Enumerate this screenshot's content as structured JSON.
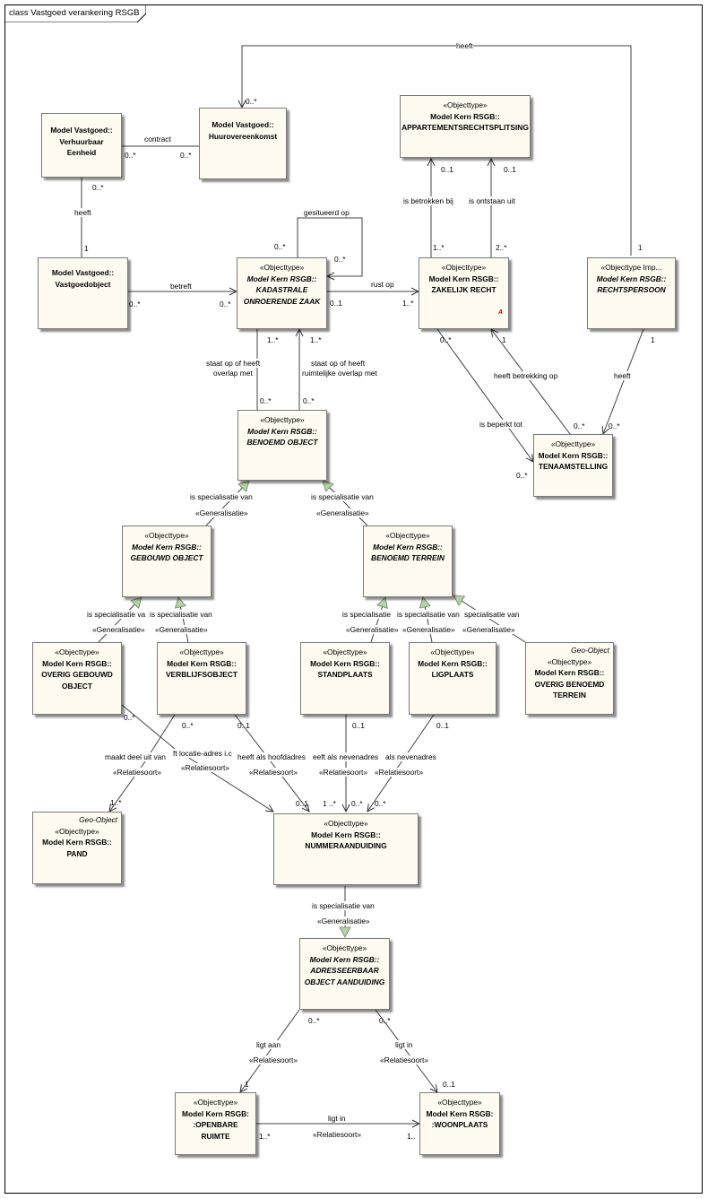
{
  "diagram_title": "class Vastgoed verankering RSGB",
  "classes": {
    "verhuurbaar": {
      "lines": [
        "Model Vastgoed::",
        "Verhuurbaar",
        "Eenheid"
      ]
    },
    "huurovereenkomst": {
      "lines": [
        "Model Vastgoed::",
        "Huurovereenkomst"
      ]
    },
    "appartementsrechtsplitsing": {
      "stereotype": "«Objecttype»",
      "lines": [
        "Model Kern RSGB::",
        "APPARTEMENTSRECHTSPLITSING"
      ]
    },
    "vastgoedobject": {
      "lines": [
        "Model Vastgoed::",
        "Vastgoedobject"
      ]
    },
    "kadastrale": {
      "stereotype": "«Objecttype»",
      "lines": [
        "Model Kern RSGB::",
        "KADASTRALE",
        "ONROERENDE ZAAK"
      ]
    },
    "zakelijk_recht": {
      "stereotype": "«Objecttype»",
      "lines": [
        "Model Kern RSGB::",
        "ZAKELIJK RECHT"
      ],
      "mark": "A"
    },
    "rechtspersoon": {
      "stereotype": "«Objecttype Imp...",
      "lines": [
        "Model Kern RSGB::",
        "RECHTSPERSOON"
      ]
    },
    "benoemd_object": {
      "stereotype": "«Objecttype»",
      "lines": [
        "Model Kern RSGB::",
        "BENOEMD OBJECT"
      ]
    },
    "tenaamstelling": {
      "stereotype": "«Objecttype»",
      "lines": [
        "Model Kern RSGB::",
        "TENAAMSTELLING"
      ]
    },
    "gebouwd_object": {
      "stereotype": "«Objecttype»",
      "lines": [
        "Model Kern RSGB::",
        "GEBOUWD OBJECT"
      ]
    },
    "benoemd_terrein": {
      "stereotype": "«Objecttype»",
      "lines": [
        "Model Kern RSGB::",
        "BENOEMD TERREIN"
      ]
    },
    "overig_gebouwd": {
      "stereotype": "«Objecttype»",
      "lines": [
        "Model Kern RSGB::",
        "OVERIG GEBOUWD",
        "OBJECT"
      ]
    },
    "verblijfsobject": {
      "stereotype": "«Objecttype»",
      "lines": [
        "Model Kern RSGB::",
        "VERBLIJFSOBJECT"
      ]
    },
    "standplaats": {
      "stereotype": "«Objecttype»",
      "lines": [
        "Model Kern RSGB::",
        "STANDPLAATS"
      ]
    },
    "ligplaats": {
      "stereotype": "«Objecttype»",
      "lines": [
        "Model Kern RSGB::",
        "LIGPLAATS"
      ]
    },
    "overig_terrein": {
      "geo": "Geo-Object",
      "stereotype": "«Objecttype»",
      "lines": [
        "Model Kern RSGB::",
        "OVERIG BENOEMD",
        "TERREIN"
      ]
    },
    "pand": {
      "geo": "Geo-Object",
      "stereotype": "«Objecttype»",
      "lines": [
        "Model Kern RSGB::",
        "PAND"
      ]
    },
    "nummeraanduiding": {
      "stereotype": "«Objecttype»",
      "lines": [
        "Model Kern RSGB::",
        "NUMMERAANDUIDING"
      ]
    },
    "adresseerbaar": {
      "stereotype": "«Objecttype»",
      "lines": [
        "Model Kern RSGB::",
        "ADRESSEERBAAR",
        "OBJECT AANDUIDING"
      ]
    },
    "openbare_ruimte": {
      "stereotype": "«Objecttype»",
      "lines": [
        "Model Kern RSGB:",
        ":OPENBARE",
        "RUIMTE"
      ]
    },
    "woonplaats": {
      "stereotype": "«Objecttype»",
      "lines": [
        "Model Kern RSGB:",
        ":WOONPLAATS"
      ]
    }
  },
  "labels": {
    "heeft_top": "heeft",
    "m_0n_huur": "0..*",
    "contract": "contract",
    "m_contract_l": "0..*",
    "m_contract_r": "0..*",
    "m_0n_verh": "0..*",
    "heeft_left": "heeft",
    "m_1_vgo": "1",
    "betreft": "betreft",
    "m_betreft_l": "0..*",
    "m_betreft_r": "0..*",
    "gesitueerd_op": "gesitueerd op",
    "m_ges_l": "0..*",
    "m_ges_r": "0..*",
    "rust_op": "rust op",
    "m_rust_l": "0..1",
    "m_rust_r": "1..*",
    "is_betrokken_bij": "is betrokken bij",
    "m_betr_top": "0..1",
    "m_betr_bot": "1..*",
    "is_ontstaan_uit": "is ontstaan uit",
    "m_onts_top": "0..1",
    "m_onts_bot": "2..*",
    "m_1_rp": "1",
    "m_1_rp2": "1",
    "heeft_rp": "heeft",
    "m_rp_ten": "0..*",
    "heeft_betrekking_op": "heeft betrekking op",
    "m_hbo_top": "1",
    "m_hbo_bot": "0..*",
    "is_beperkt_tot": "is beperkt tot",
    "m_ibt_top": "0..*",
    "m_ibt_bot": "0..*",
    "staat_op_1": "staat op of heeft",
    "staat_op_2": "overlap met",
    "m_so_top": "1..*",
    "m_so_bot": "0..*",
    "staat_op_r1": "staat op of heeft",
    "staat_op_r2": "ruimtelijke overlap met",
    "m_sor_top": "1..*",
    "m_sor_bot": "0..*",
    "spec_1": "is specialisatie van",
    "gen_1": "«Generalisatie»",
    "spec_2": "is specialisatie van",
    "gen_2": "«Generalisatie»",
    "spec_3": "is specialisatie va",
    "spec_4": "is specialisatie van",
    "gen_3": "«Generalisatie»",
    "gen_4": "«Generalisatie»",
    "spec_5": "is specialisatie",
    "spec_6": "is specialisatie van",
    "spec_7": "specialisatie van",
    "gen_5": "«Generalisatie»",
    "gen_6": "«Generalisatie»",
    "gen_7": "«Generalisatie»",
    "m_og_0n": "0..*",
    "m_vbo_0n": "0..*",
    "m_vbo_01": "0..1",
    "m_sp_01": "0..1",
    "m_lp_01": "0..1",
    "maakt_deel": "maakt deel uit van",
    "locatie": "ft locatie-adres i.c",
    "hoofdadres": "heeft als hoofdadres",
    "nevenadres_1": "eeft als nevenadres",
    "nevenadres_2": "als nevenadres",
    "rel_1": "«Relatiesoort»",
    "rel_2": "«Relatiesoort»",
    "rel_3": "«Relatiesoort»",
    "rel_4": "«Relatiesoort»",
    "rel_5": "«Relatiesoort»",
    "m_pand": "1..*",
    "m_na_01": "0..1",
    "m_na_1n": "1 ..*",
    "m_na_0n": "0..*",
    "m_na_0n2": "0..*",
    "spec_8": "is specialisatie van",
    "gen_8": "«Generalisatie»",
    "m_aoa_l": "0..*",
    "m_aoa_r": "0..*",
    "ligt_aan": "ligt aan",
    "rel_6": "«Relatiesoort»",
    "ligt_in_1": "ligt in",
    "rel_7": "«Relatiesoort»",
    "m_or_1": "1",
    "m_wp_01": "0..1",
    "ligt_in_2": "ligt in",
    "rel_8": "«Relatiesoort»",
    "m_or_1n": "1..*",
    "m_wp_1": "1.."
  }
}
